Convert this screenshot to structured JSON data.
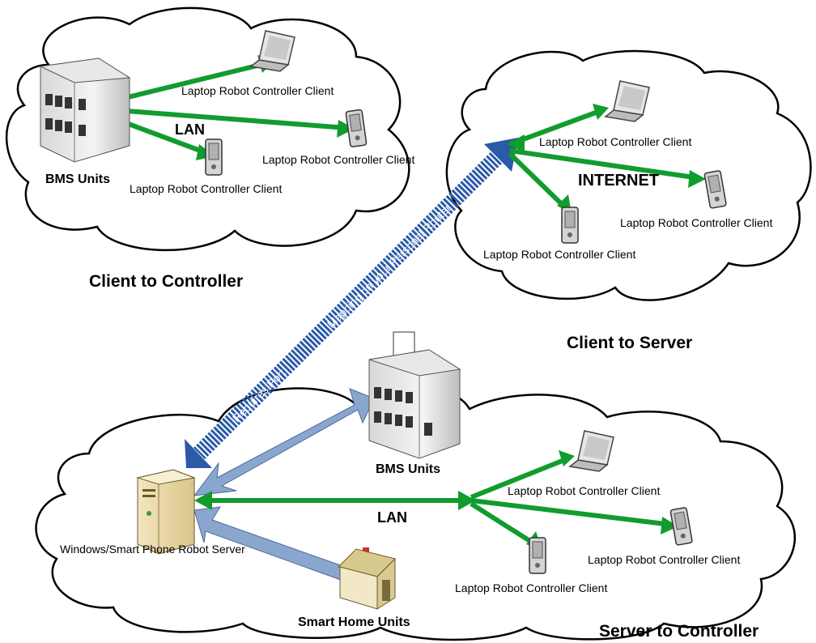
{
  "sections": {
    "client_to_controller": "Client to Controller",
    "client_to_server": "Client to Server",
    "server_to_controller": "Server to Controller"
  },
  "network_labels": {
    "lan_top": "LAN",
    "internet": "INTERNET",
    "lan_bottom": "LAN"
  },
  "nodes": {
    "bms_top": "BMS Units",
    "bms_bottom": "BMS Units",
    "server": "Windows/Smart Phone Robot Server",
    "smart_home": "Smart Home Units"
  },
  "clients": {
    "c1": "Laptop Robot Controller Client",
    "c2": "Laptop Robot Controller Client",
    "c3": "Laptop Robot Controller Client",
    "c4": "Laptop Robot Controller Client",
    "c5": "Laptop Robot Controller Client",
    "c6": "Laptop Robot Controller Client",
    "c7": "Laptop Robot Controller Client",
    "c8": "Laptop Robot Controller Client",
    "c9": "Laptop Robot Controller Client"
  },
  "port_arrow": {
    "line1": "Mapping on your Personal Router",
    "line2": "Requires Port"
  },
  "colors": {
    "green_link": "#119c2e",
    "blue_link": "#8aa6cf",
    "port_arrow": "#2a5aa8"
  }
}
